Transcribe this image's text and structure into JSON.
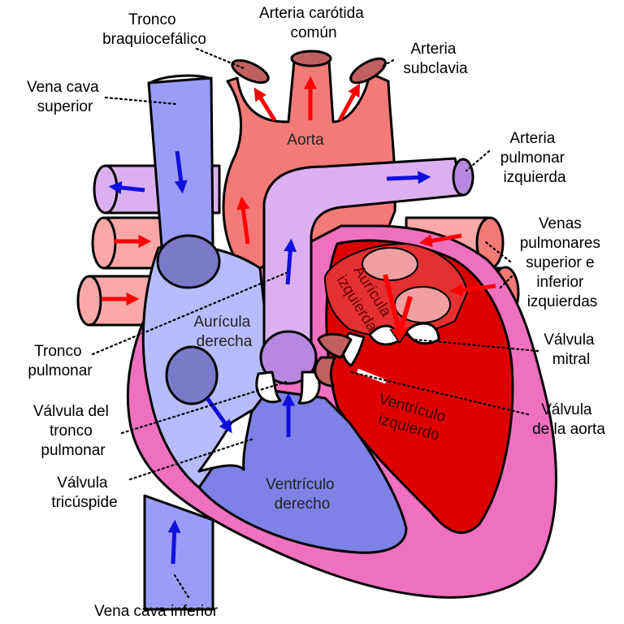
{
  "labels": {
    "tronco_braquiocefalico": [
      "Tronco",
      "braquiocefálico"
    ],
    "arteria_carotida": [
      "Arteria carótida",
      "común"
    ],
    "arteria_subclavia": [
      "Arteria",
      "subclavia"
    ],
    "vena_cava_superior": [
      "Vena cava",
      "superior"
    ],
    "aorta": "Aorta",
    "arteria_pulmonar_izquierda": [
      "Arteria",
      "pulmonar",
      "izquierda"
    ],
    "venas_pulmonares": [
      "Venas",
      "pulmonares",
      "superior e",
      "inferior",
      "izquierdas"
    ],
    "auricula_izquierda": [
      "Aurícula",
      "izquierda"
    ],
    "auricula_derecha": [
      "Aurícula",
      "derecha"
    ],
    "tronco_pulmonar": [
      "Tronco",
      "pulmonar"
    ],
    "valvula_mitral": [
      "Válvula",
      "mitral"
    ],
    "valvula_tronco_pulmonar": [
      "Válvula del",
      "tronco",
      "pulmonar"
    ],
    "ventriculo_izquierdo": [
      "Ventrículo",
      "izquierdo"
    ],
    "valvula_aorta": [
      "Válvula",
      "de la aorta"
    ],
    "valvula_tricuspide": [
      "Válvula",
      "tricúspide"
    ],
    "ventriculo_derecho": [
      "Ventrículo",
      "derecho"
    ],
    "vena_cava_inferior": "Vena cava inferior"
  },
  "colors": {
    "oxygenated": "#f47a78",
    "deoxygenated": "#9a9cf8",
    "pulmonary_artery": "#dcb0f0",
    "left_heart": "#dd0000",
    "wall": "#f070c0",
    "right_ventricle": "#7e82e6",
    "arrow_red": "#ff0000",
    "arrow_blue": "#1010dd"
  }
}
